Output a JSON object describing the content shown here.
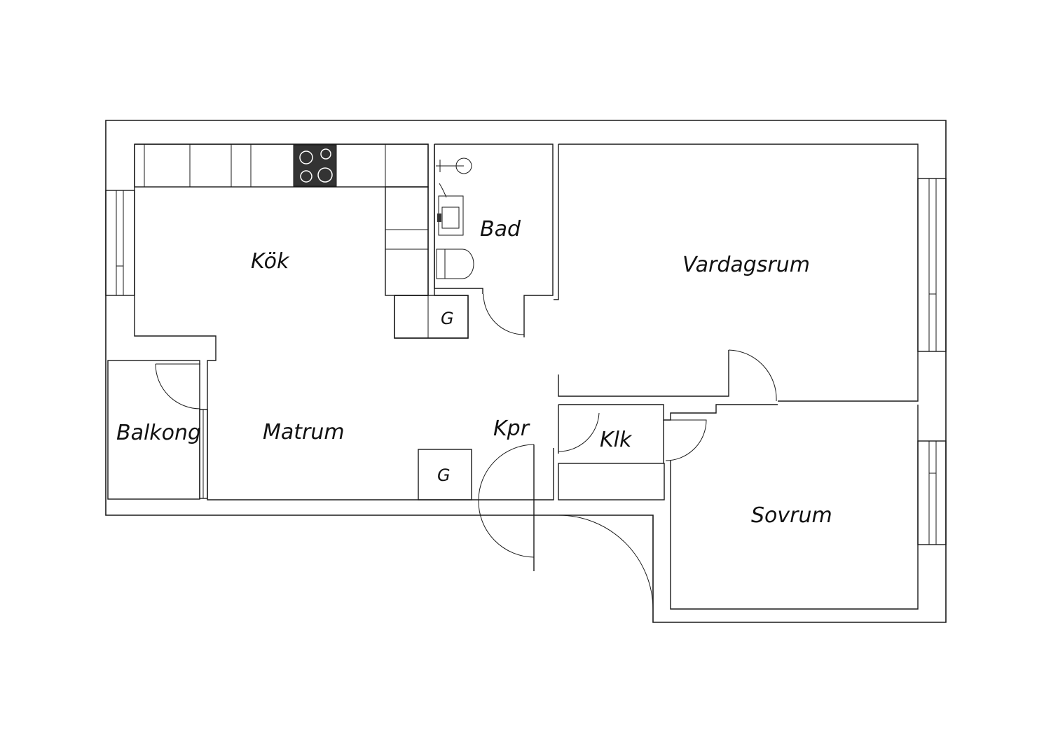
{
  "rooms": {
    "kitchen": "Kök",
    "bath": "Bad",
    "living": "Vardagsrum",
    "dining": "Matrum",
    "balcony": "Balkong",
    "hall": "Kpr",
    "closet": "Klk",
    "bedroom": "Sovrum"
  },
  "fixtures": {
    "cabinet_g_kitchen": "G",
    "cabinet_g_dining": "G"
  },
  "colors": {
    "line": "#1a1a1a",
    "stove": "#333333",
    "background": "#ffffff"
  }
}
